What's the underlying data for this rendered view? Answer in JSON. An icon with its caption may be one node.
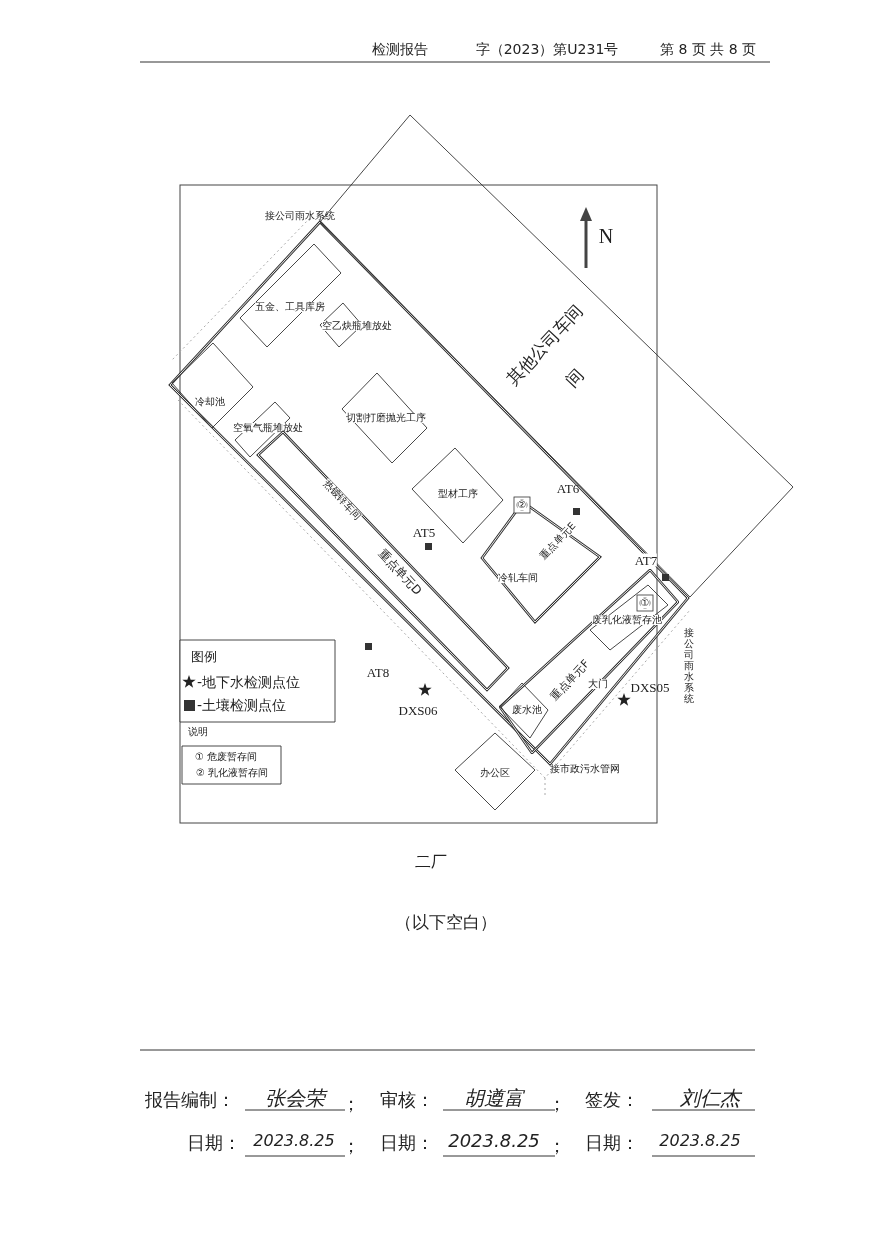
{
  "diagram": {
    "nodes": [
      {
        "text": [
          "其他公司车间",
          "间"
        ]
      },
      {
        "text": [
          "五金、工具库房"
        ]
      },
      {
        "text": [
          "空乙炔瓶堆放处"
        ]
      },
      {
        "text": [
          "冷却池"
        ]
      },
      {
        "text": [
          "空氧气瓶堆放处"
        ]
      },
      {
        "text": [
          "切割打磨抛光工序"
        ]
      },
      {
        "text": [
          "型材工序"
        ]
      },
      {
        "text": [
          "热镀锌车间",
          "重点单元D"
        ]
      },
      {
        "text": [
          "重点单元E",
          "冷轧车间"
        ]
      },
      {
        "text": [
          "②"
        ]
      },
      {
        "text": [
          "重点单元F"
        ]
      },
      {
        "text": [
          "废乳化液暂存池"
        ],
        "in": 10
      },
      {
        "text": [
          "①"
        ],
        "in": 11
      },
      {
        "text": [
          "废水池"
        ],
        "in": 10
      },
      {
        "text": [
          "办公区"
        ]
      },
      {
        "text": [
          "图例"
        ]
      },
      {
        "text": [
          "① 危废暂存间",
          "② 乳化液暂存间"
        ]
      }
    ],
    "labels": [
      "检测报告",
      "字（2023）第U231号",
      "第 8 页 共 8 页",
      "接公司雨水系统",
      "N",
      "AT6",
      "AT5",
      "AT7",
      "大门",
      "AT8",
      "DXS06",
      "DXS05",
      "接公司雨水系统",
      "说明",
      "接市政污水管网",
      "二厂",
      "（以下空白）",
      "报告编制：",
      "张会荣",
      "；",
      "审核：",
      "胡遵富",
      "；",
      "签发：",
      "刘仁杰",
      "日期：",
      "2023.8.25",
      "；",
      "日期：",
      "2023.8.25",
      "；",
      "日期：",
      "2023.8.25"
    ],
    "legend": [
      {
        "text": "-地下水检测点位"
      },
      {
        "text": "-土壤检测点位"
      }
    ]
  }
}
